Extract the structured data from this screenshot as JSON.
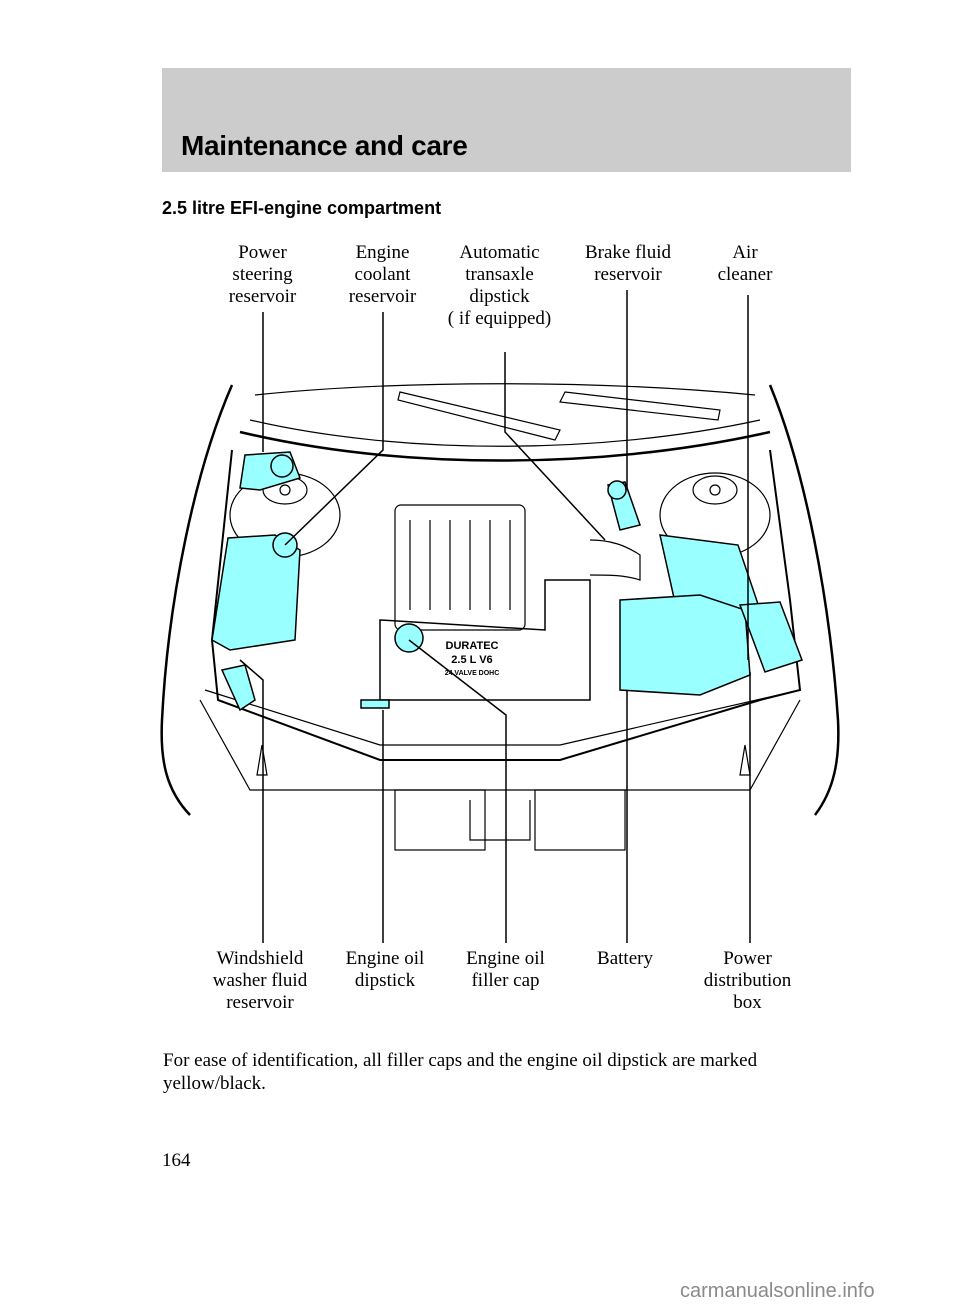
{
  "header": {
    "title": "Maintenance and care"
  },
  "section": {
    "title": "2.5 litre EFI-engine compartment"
  },
  "diagram": {
    "engine_badge": {
      "line1": "DURATEC",
      "line2": "2.5 L  V6",
      "line3": "24 VALVE DOHC"
    },
    "highlight_color": "#99ffff",
    "top_callouts": [
      {
        "id": "power-steering-reservoir",
        "label": "Power\nsteering\nreservoir"
      },
      {
        "id": "engine-coolant-reservoir",
        "label": "Engine\ncoolant\nreservoir"
      },
      {
        "id": "automatic-transaxle-dipstick",
        "label": "Automatic\ntransaxle\ndipstick\n( if equipped)"
      },
      {
        "id": "brake-fluid-reservoir",
        "label": "Brake fluid\nreservoir"
      },
      {
        "id": "air-cleaner",
        "label": "Air\ncleaner"
      }
    ],
    "bottom_callouts": [
      {
        "id": "windshield-washer-fluid-reservoir",
        "label": "Windshield\nwasher fluid\nreservoir"
      },
      {
        "id": "engine-oil-dipstick",
        "label": "Engine oil\ndipstick"
      },
      {
        "id": "engine-oil-filler-cap",
        "label": "Engine oil\nfiller cap"
      },
      {
        "id": "battery",
        "label": "Battery"
      },
      {
        "id": "power-distribution-box",
        "label": "Power\ndistribution\nbox"
      }
    ]
  },
  "note": "For ease of identification, all filler caps and the engine oil dipstick are marked yellow/black.",
  "page_number": "164",
  "watermark": "carmanualsonline.info"
}
